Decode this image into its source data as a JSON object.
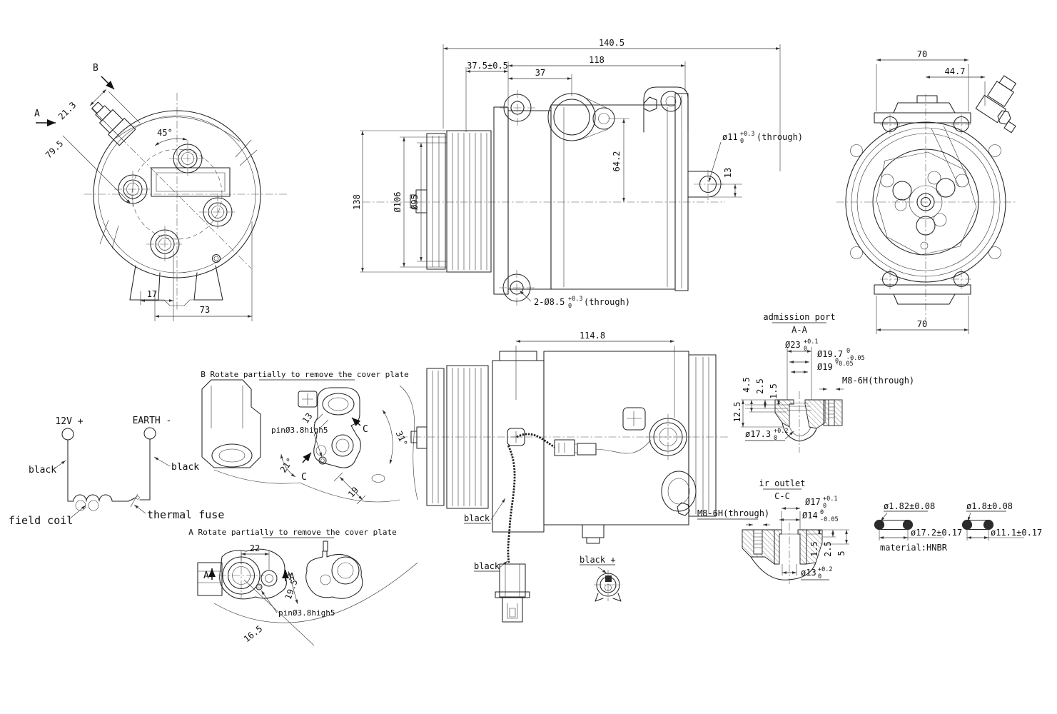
{
  "rear_view": {
    "label_b": "B",
    "label_a": "A",
    "dim_offset": "21.3",
    "dim_diagonal": "79.5",
    "angle": "45°",
    "dim_17": "17",
    "dim_73": "73"
  },
  "side_view": {
    "dim_overall": "140.5",
    "dim_front": "37.5±0.5",
    "dim_body": "118",
    "dim_port": "37",
    "dim_height": "138",
    "dia_pulley_outer": "Ø106",
    "dia_pulley_inner": "Ø95",
    "dim_port_height": "64.2",
    "dim_lug": "13",
    "hole_note": {
      "b": "ø11",
      "u": "+0.3",
      "d": "0",
      "s": "(through)"
    },
    "foot_note": {
      "b": "2-Ø8.5",
      "u": "+0.3",
      "d": "0",
      "s": "(through)"
    }
  },
  "front_view": {
    "dim_70_top": "70",
    "dim_44_7": "44.7",
    "dim_70_bottom": "70"
  },
  "mid_view": {
    "dim_114_8": "114.8",
    "wire_black": "black",
    "conn_black": "black",
    "conn_black_plus": "black +"
  },
  "detail_b": {
    "title": "B Rotate partially to remove the cover plate",
    "dim_13": "13",
    "pin_note": "pinØ3.8high5",
    "sec_c1": "C",
    "sec_c2": "C",
    "angle_21": "21°",
    "angle_31": "31°",
    "dim_19": "19"
  },
  "detail_a": {
    "title": "A Rotate partially to remove the cover plate",
    "dim_22": "22",
    "sec_a1": "A",
    "sec_a2": "A",
    "dim_19_5": "19.5",
    "pin_note": "pinØ3.8high5",
    "dim_16_5": "16.5"
  },
  "circuit": {
    "terminal_pos": "12V +",
    "terminal_neg": "EARTH -",
    "wire_left": "black",
    "wire_right": "black",
    "coil": "field coil",
    "fuse": "thermal fuse"
  },
  "admission_port": {
    "title": "admission port",
    "section": "A-A",
    "d23": {
      "b": "Ø23",
      "u": "+0.1",
      "d": "0"
    },
    "d19_7": {
      "b": "Ø19.7",
      "u": "0",
      "d": "-0.05"
    },
    "d19": {
      "b": "Ø19",
      "u": "0",
      "d": "-0.05"
    },
    "thread": "M8-6H(through)",
    "dim_4_5": "4.5",
    "dim_2_5": "2.5",
    "dim_1_5": "1.5",
    "dim_12_5": "12.5",
    "d17_3": {
      "b": "ø17.3",
      "u": "+0.2",
      "d": "0"
    }
  },
  "ir_outlet": {
    "title": "ir outlet",
    "section": "C-C",
    "d17": {
      "b": "Ø17",
      "u": "+0.1",
      "d": "0"
    },
    "d14": {
      "b": "Ø14",
      "u": "0",
      "d": "-0.05"
    },
    "thread": "M8-6H(through)",
    "dim_1_5": "1.5",
    "dim_2_5": "2.5",
    "dim_5": "5",
    "d13": {
      "b": "ø13",
      "u": "+0.2",
      "d": "0"
    }
  },
  "orings": {
    "left": {
      "cs": "ø1.82±0.08",
      "id": "ø17.2±0.17"
    },
    "right": {
      "cs": "ø1.8±0.08",
      "id": "ø11.1±0.17"
    },
    "material": "material:HNBR"
  }
}
